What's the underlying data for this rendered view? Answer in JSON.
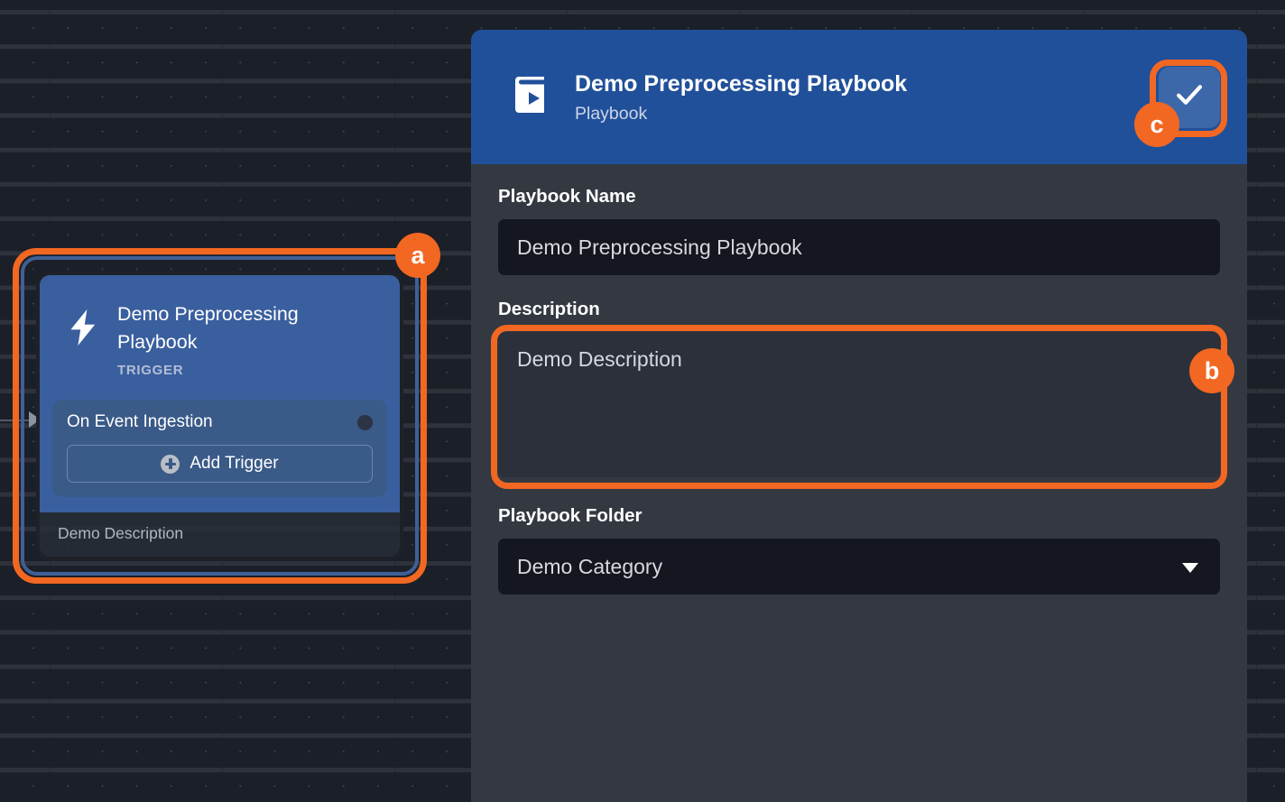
{
  "canvas": {
    "node": {
      "title": "Demo Preprocessing Playbook",
      "subtitle": "TRIGGER",
      "icon": "lightning-bolt-icon",
      "trigger_label": "On Event Ingestion",
      "add_trigger_label": "Add Trigger",
      "footer_description": "Demo Description"
    }
  },
  "panel": {
    "header": {
      "title": "Demo Preprocessing Playbook",
      "subtitle": "Playbook",
      "icon": "playbook-book-play-icon",
      "confirm_icon": "checkmark-icon"
    },
    "fields": {
      "name_label": "Playbook Name",
      "name_value": "Demo Preprocessing Playbook",
      "description_label": "Description",
      "description_value": "Demo Description",
      "folder_label": "Playbook Folder",
      "folder_value": "Demo Category",
      "folder_chevron_icon": "chevron-down-icon"
    }
  },
  "annotations": {
    "a": "a",
    "b": "b",
    "c": "c"
  },
  "colors": {
    "accent_orange": "#f26722",
    "header_blue": "#21509a",
    "node_blue": "#3a5f9e",
    "canvas_bg": "#1b1f27",
    "panel_bg": "#333841"
  }
}
